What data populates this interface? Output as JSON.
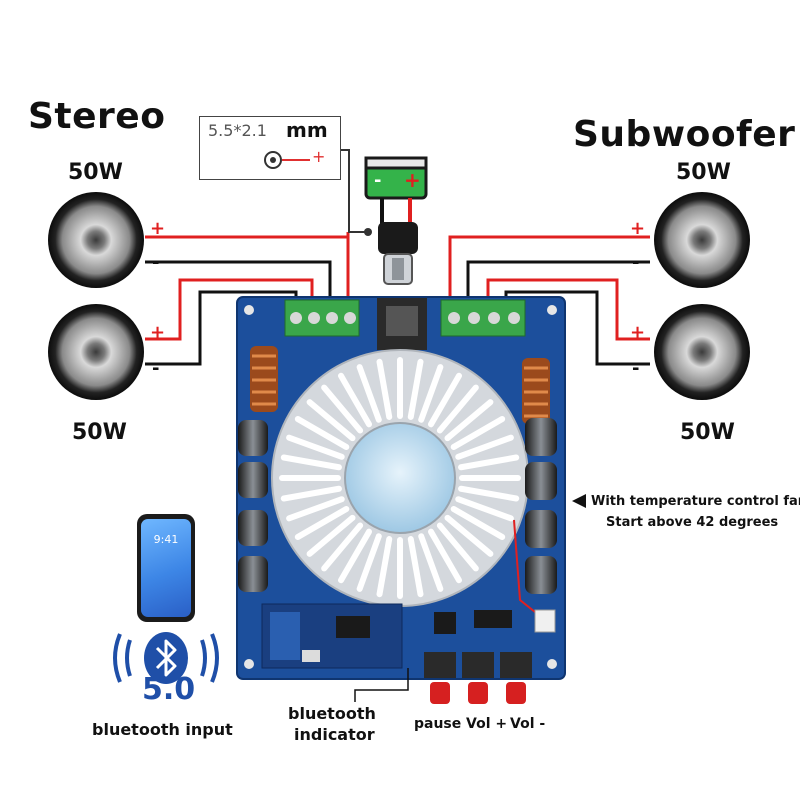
{
  "labels": {
    "stereo": "Stereo",
    "subwoofer": "Subwoofer",
    "watt_top_left": "50W",
    "watt_bottom_left": "50W",
    "watt_top_right": "50W",
    "watt_bottom_right": "50W"
  },
  "power_jack": {
    "size": "5.5*2.1",
    "unit": "mm",
    "plus": "+"
  },
  "battery": {
    "minus": "-",
    "plus": "+"
  },
  "polarity": {
    "plus": "+",
    "minus": "-"
  },
  "fan_note": {
    "line1": "With temperature control fan",
    "line2": "Start above 42 degrees"
  },
  "phone": {
    "time": "9:41"
  },
  "bluetooth": {
    "version": "5.0",
    "input_label": "bluetooth input",
    "indicator_line1": "bluetooth",
    "indicator_line2": "indicator"
  },
  "buttons": {
    "pause": "pause",
    "vol_up": "Vol +",
    "vol_down": "Vol -"
  },
  "colors": {
    "board": "#1c4f9c",
    "terminal": "#3aa64a",
    "heatsink": "#dde1e6",
    "fan": "#c9e3f2",
    "wire_red": "#e02020",
    "wire_black": "#111111",
    "bt_blue": "#1f4fa8"
  }
}
